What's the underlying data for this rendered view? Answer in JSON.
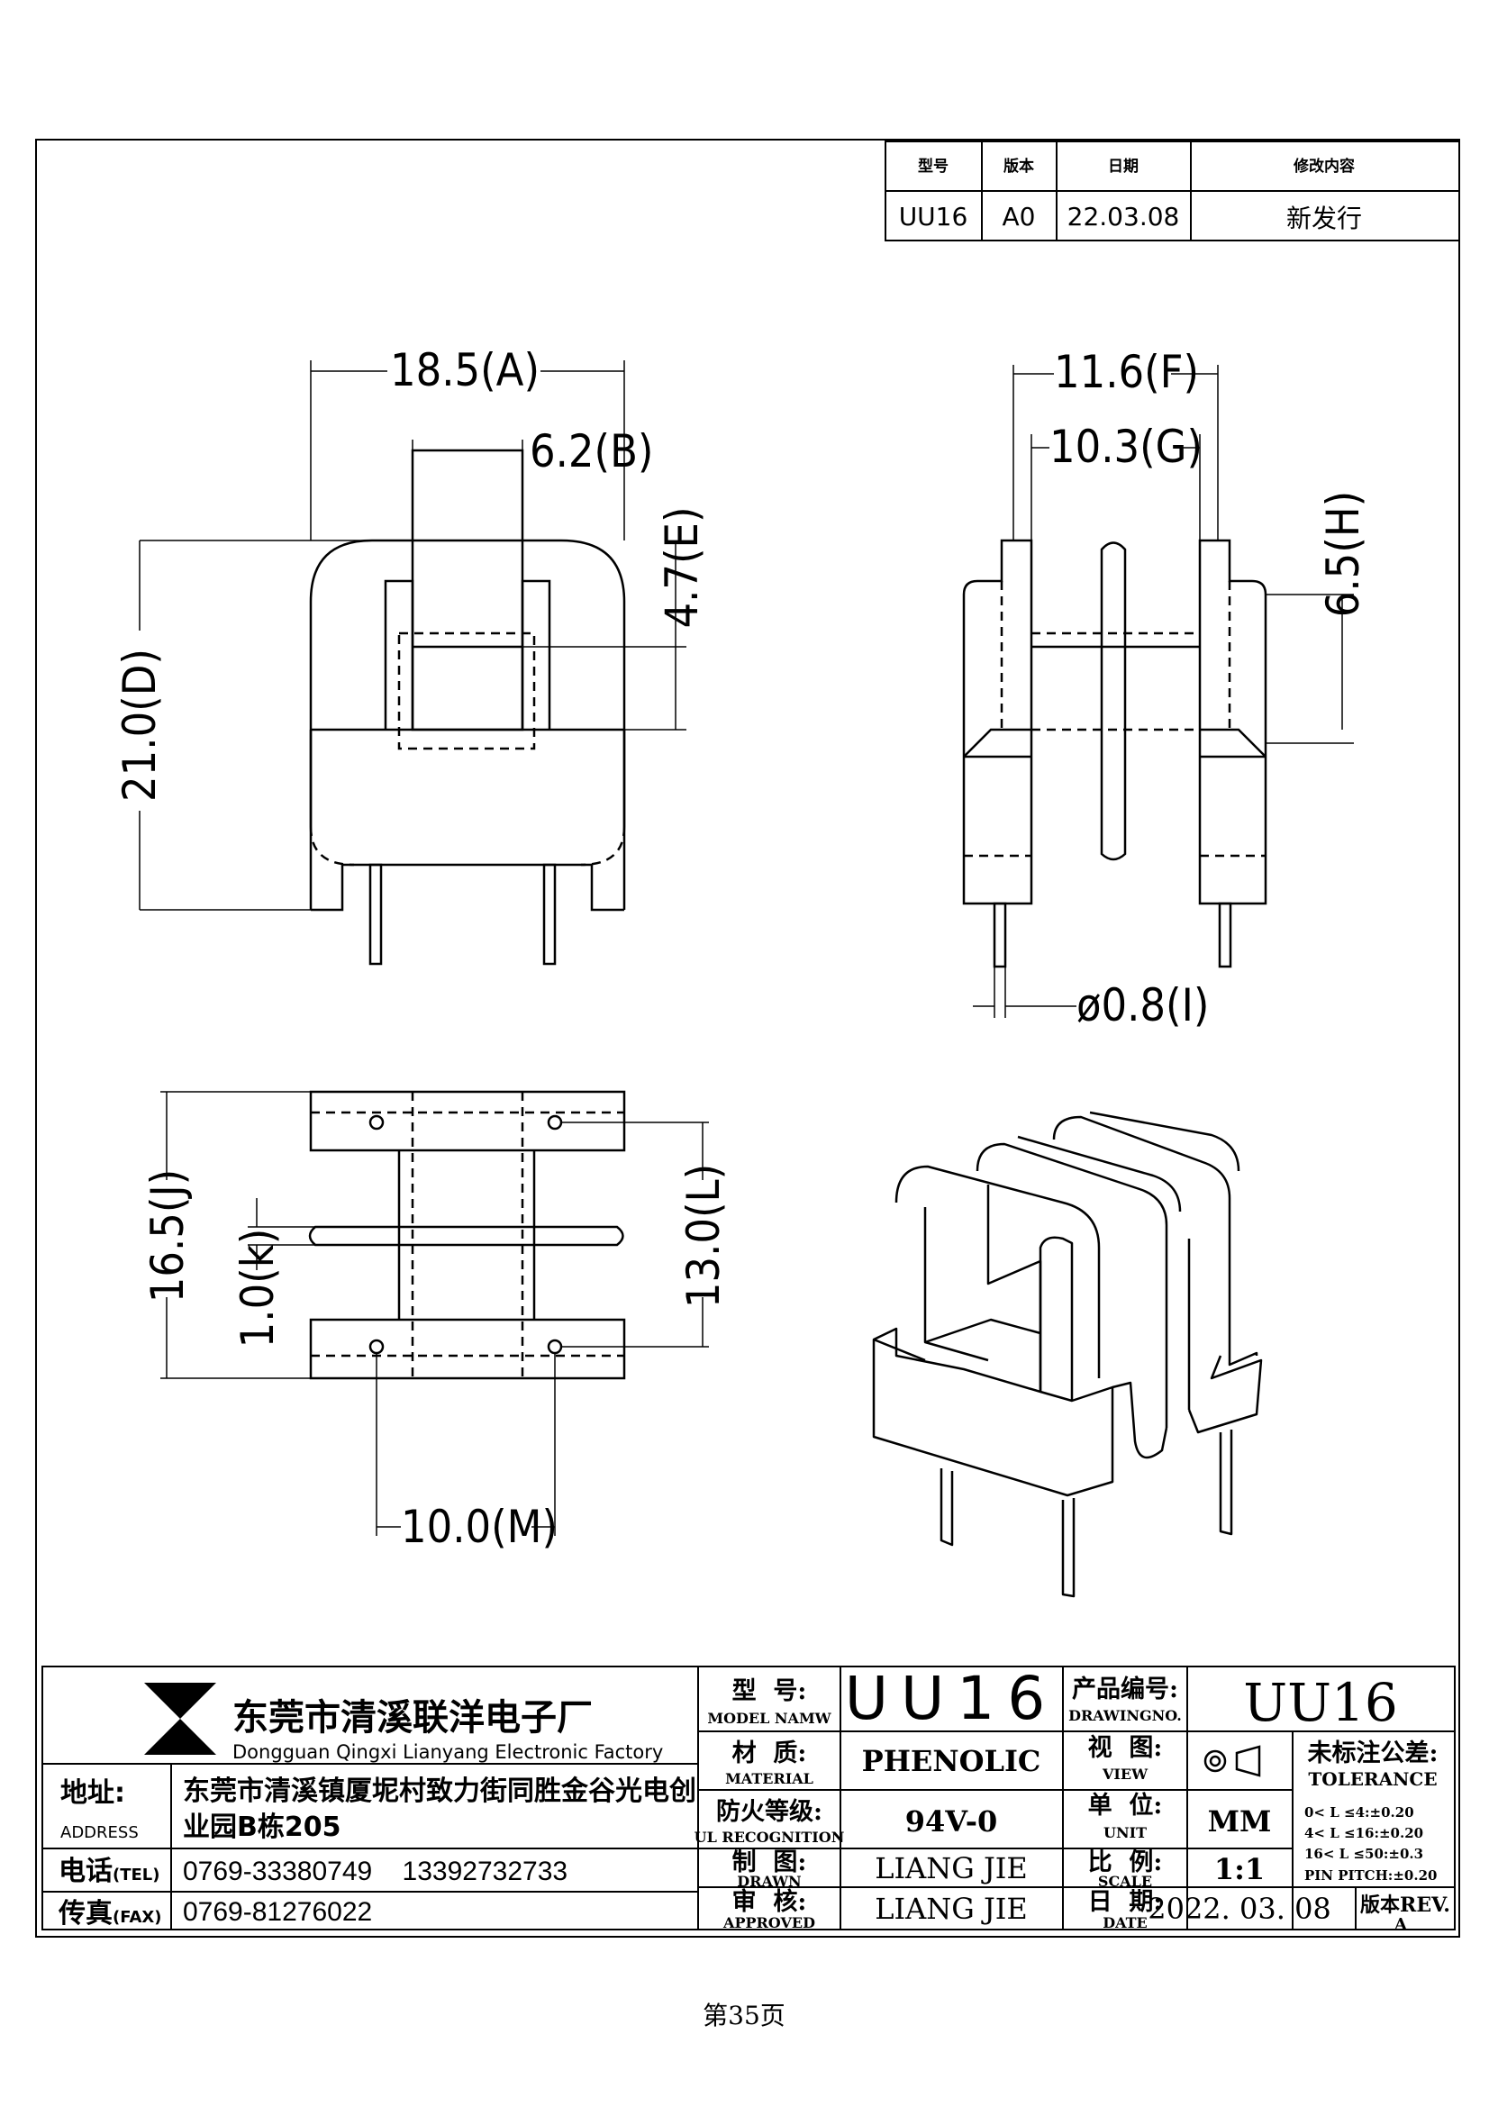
{
  "revision_table": {
    "headers": {
      "model": "型号",
      "rev": "版本",
      "date": "日期",
      "content": "修改内容"
    },
    "row": {
      "model": "UU16",
      "rev": "A0",
      "date": "22.03.08",
      "content": "新发行"
    }
  },
  "dimensions": {
    "A": "18.5(A)",
    "B": "6.2(B)",
    "E": "4.7(E)",
    "D": "21.0(D)",
    "F": "11.6(F)",
    "G": "10.3(G)",
    "H": "6.5(H)",
    "I": "ø0.8(I)",
    "J": "16.5(J)",
    "K": "1.0(k)",
    "L": "13.0(L)",
    "M": "10.0(M)"
  },
  "title_block": {
    "company_cn": "东莞市清溪联洋电子厂",
    "company_en": "Dongguan Qingxi Lianyang Electronic Factory",
    "address_label": "地址:",
    "address_label_en": "ADDRESS",
    "address_line1": "东莞市清溪镇厦坭村致力街同胜金谷光电创",
    "address_line2": "业园B栋205",
    "tel_label": "电话",
    "tel_label_en": "(TEL)",
    "tel_value": "0769-33380749    13392732733",
    "fax_label": "传真",
    "fax_label_en": "(FAX)",
    "fax_value": "0769-81276022",
    "model_label": "型  号:",
    "model_label_en": "MODEL NAMW",
    "model_value": "UU16",
    "material_label": "材  质:",
    "material_label_en": "MATERIAL",
    "material_value": "PHENOLIC",
    "fire_label": "防火等级:",
    "fire_label_en": "UL RECOGNITION",
    "fire_value": "94V-0",
    "drawn_label": "制  图:",
    "drawn_label_en": "DRAWN",
    "drawn_value": "LIANG JIE",
    "approved_label": "审  核:",
    "approved_label_en": "APPROVED",
    "approved_value": "LIANG JIE",
    "drawing_no_label": "产品编号:",
    "drawing_no_label_en": "DRAWINGNO.",
    "drawing_no_value": "UU16",
    "view_label": "视  图:",
    "view_label_en": "VIEW",
    "unit_label": "单  位:",
    "unit_label_en": "UNIT",
    "unit_value": "MM",
    "scale_label": "比  例:",
    "scale_label_en": "SCALE",
    "scale_value": "1:1",
    "date_label": "日  期:",
    "date_label_en": "DATE",
    "date_value": "2022. 03. 08",
    "tolerance_label": "未标注公差:",
    "tolerance_label_en": "TOLERANCE",
    "tolerance_lines": [
      "0< L ≤4:±0.20",
      "4< L ≤16:±0.20",
      "16< L ≤50:±0.3",
      "PIN PITCH:±0.20"
    ],
    "rev_label": "版本REV.",
    "rev_value": "A"
  },
  "footer": {
    "page": "第35页"
  }
}
